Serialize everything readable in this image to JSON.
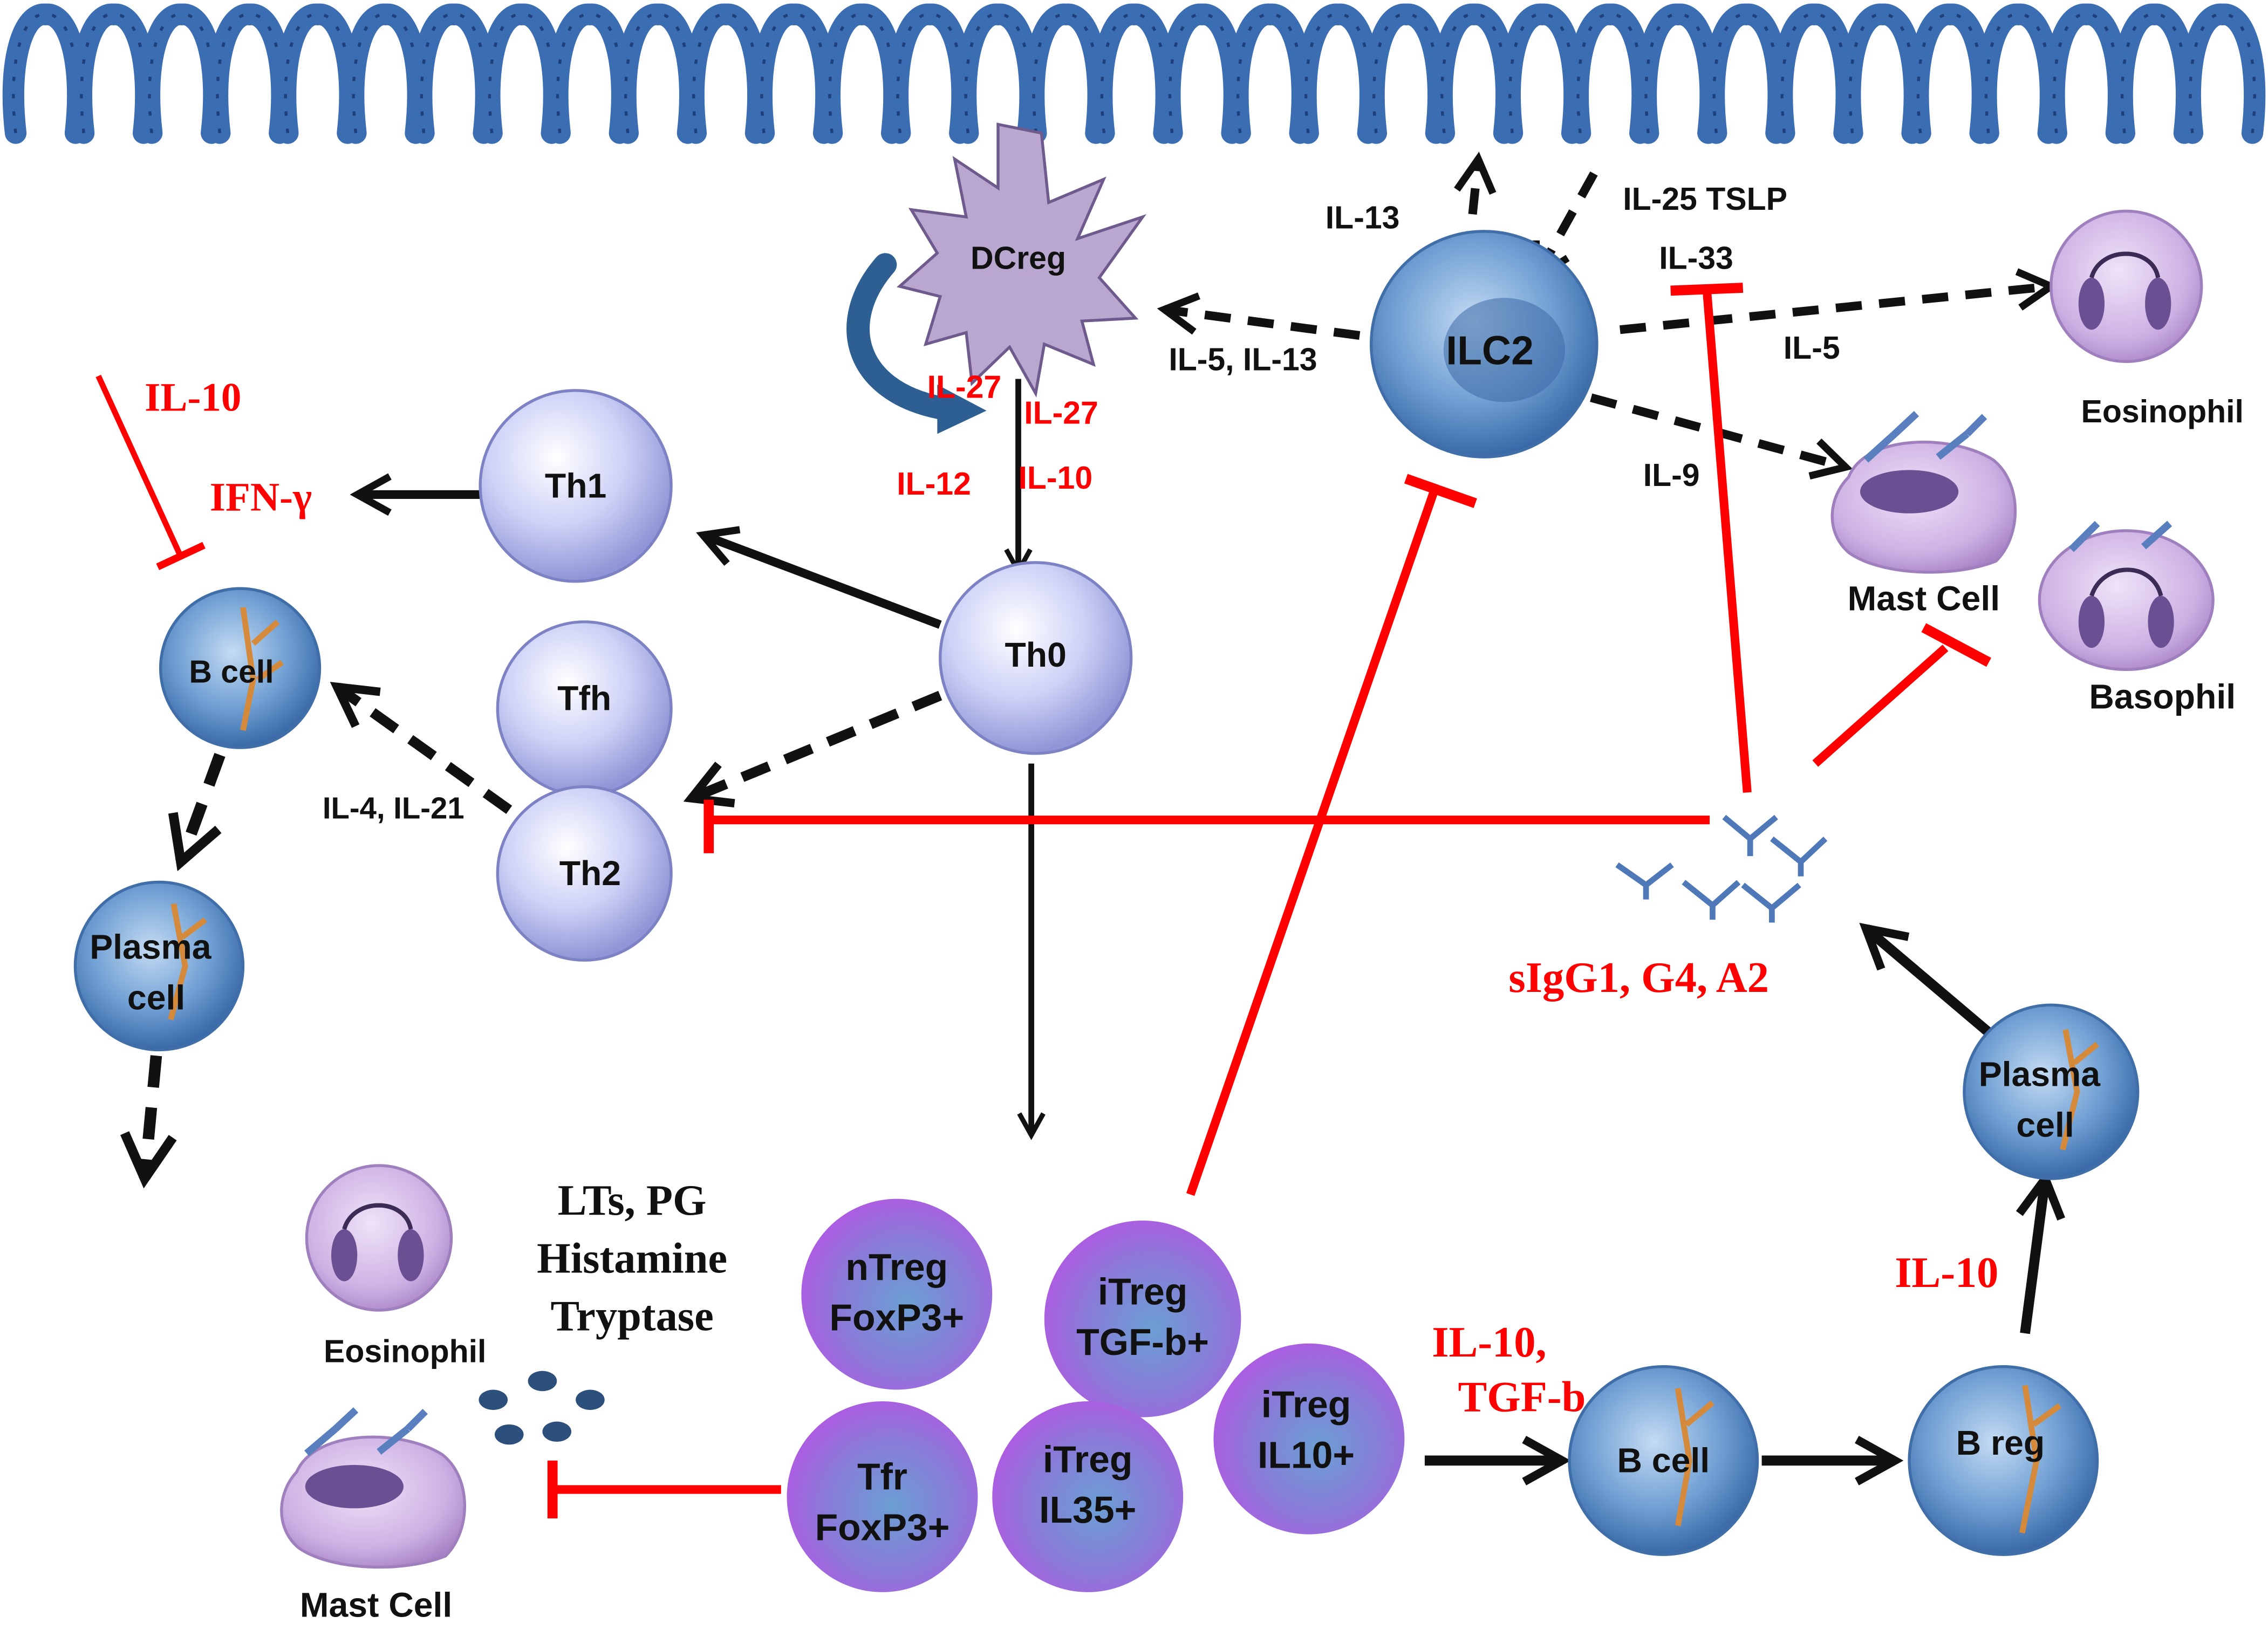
{
  "colors": {
    "black": "#111111",
    "red": "#ff0000",
    "epithelium": "#3b6db3",
    "epithelium_dark": "#1e3f7a",
    "th_cell": "#c9cdf5",
    "blue_cell": "#5f90c8",
    "treg_purple": "#b44fe0",
    "granulocyte": "#c6a4dd",
    "dc": "#b6a3cc"
  },
  "cells": {
    "dcreg": "DCreg",
    "ilc2": "ILC2",
    "th1": "Th1",
    "tfh": "Tfh",
    "th2": "Th2",
    "th0": "Th0",
    "b_cell_left": "B cell",
    "plasma_left_1": "Plasma",
    "plasma_left_2": "cell",
    "eosinophil_right": "Eosinophil",
    "mast_cell_right": "Mast Cell",
    "basophil": "Basophil",
    "plasma_right_1": "Plasma",
    "plasma_right_2": "cell",
    "eosinophil_bottom": "Eosinophil",
    "mast_cell_bottom": "Mast Cell",
    "ntreg_1": "nTreg",
    "ntreg_2": "FoxP3+",
    "itreg_tgf_1": "iTreg",
    "itreg_tgf_2": "TGF-b+",
    "tfr_1": "Tfr",
    "tfr_2": "FoxP3+",
    "itreg_il35_1": "iTreg",
    "itreg_il35_2": "IL35+",
    "itreg_il10_1": "iTreg",
    "itreg_il10_2": "IL10+",
    "b_cell_bottom": "B cell",
    "b_reg": "B reg"
  },
  "labels": {
    "il13_top": "IL-13",
    "il25_tslp": "IL-25 TSLP",
    "il33": "IL-33",
    "il5_il13": "IL-5, IL-13",
    "il5": "IL-5",
    "il9": "IL-9",
    "il27_red": "IL-27",
    "il27_red_right": "IL-27",
    "il12_red": "IL-12",
    "il10_red_dc": "IL-10",
    "il10_red_left": "IL-10",
    "ifng": "IFN-γ",
    "il4_il21": "IL-4, IL-21",
    "sigg": "sIgG1, G4, A2",
    "il10_red_breg": "IL-10",
    "il10_tgfb_1": "IL-10,",
    "il10_tgfb_2": "TGF-b",
    "lts_pg": "LTs, PG",
    "histamine": "Histamine",
    "tryptase": "Tryptase"
  }
}
